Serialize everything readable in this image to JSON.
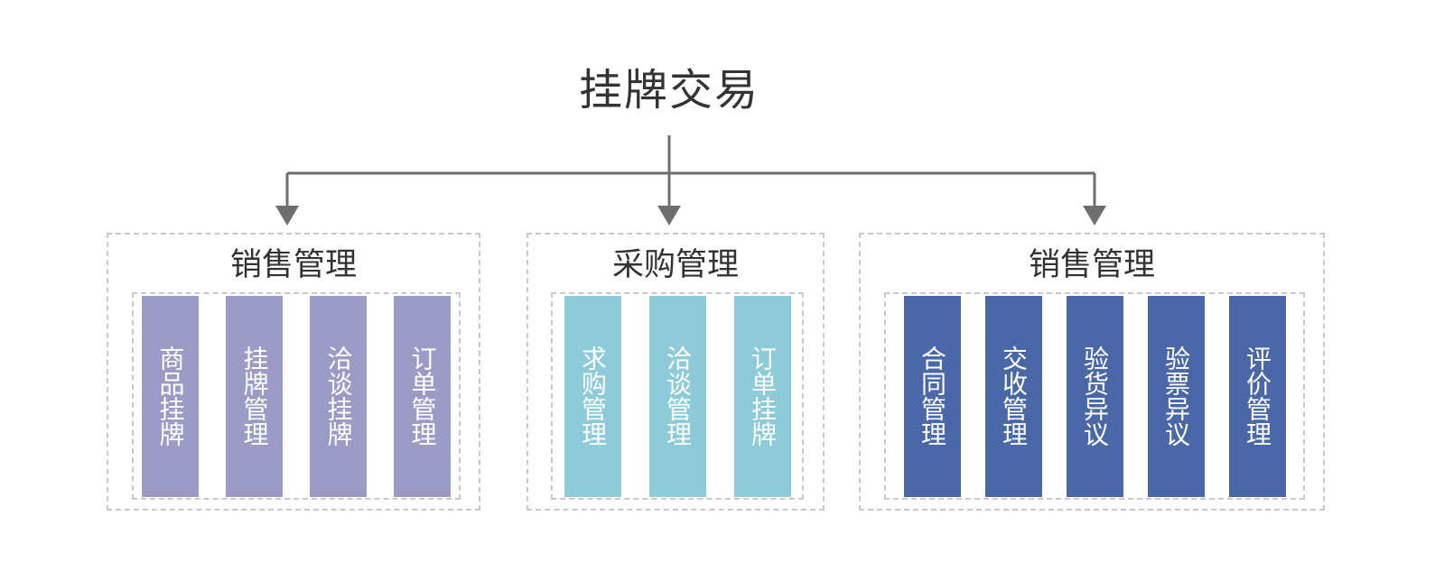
{
  "diagram": {
    "title": "挂牌交易",
    "colors": {
      "sales_listing": "#9b9bc6",
      "purchase": "#8ecbd8",
      "sales_fulfillment": "#4a68a8",
      "connector": "#6e6e6e",
      "dashed_border": "#c9c9c9",
      "text_dark": "#333333",
      "bar_text": "#ffffff"
    },
    "groups": [
      {
        "title": "销售管理",
        "items": [
          {
            "label": "商品挂牌"
          },
          {
            "label": "挂牌管理"
          },
          {
            "label": "洽谈挂牌"
          },
          {
            "label": "订单管理"
          }
        ]
      },
      {
        "title": "采购管理",
        "items": [
          {
            "label": "求购管理"
          },
          {
            "label": "洽谈管理"
          },
          {
            "label": "订单挂牌"
          }
        ]
      },
      {
        "title": "销售管理",
        "items": [
          {
            "label": "合同管理"
          },
          {
            "label": "交收管理"
          },
          {
            "label": "验货异议"
          },
          {
            "label": "验票异议"
          },
          {
            "label": "评价管理"
          }
        ]
      }
    ]
  }
}
